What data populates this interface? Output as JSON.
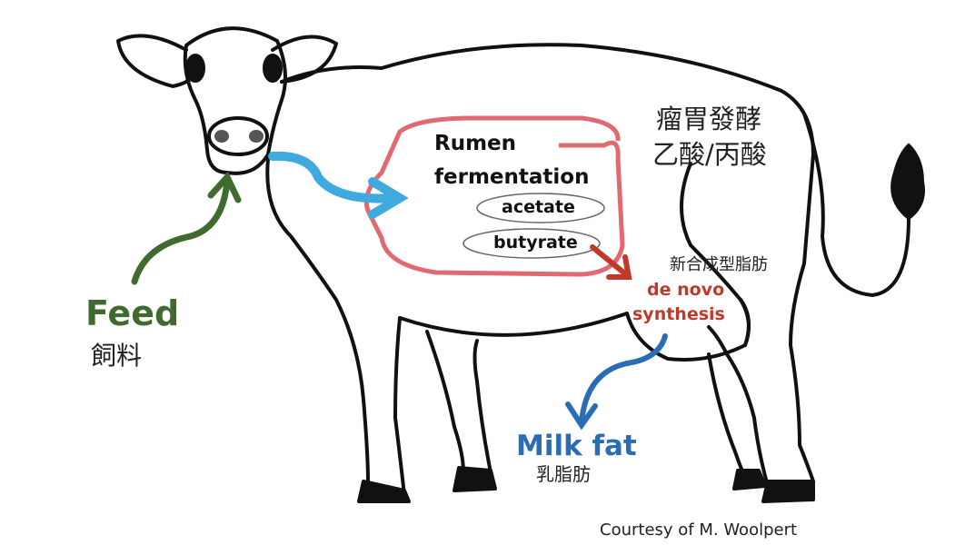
{
  "labels": {
    "rumen": "Rumen",
    "fermentation": "fermentation",
    "acetate": "acetate",
    "butyrate": "butyrate",
    "rumen_zh_1": "瘤胃發酵",
    "rumen_zh_2": "乙酸/丙酸",
    "denovo_zh": "新合成型脂肪",
    "denovo_1": "de novo",
    "denovo_2": "synthesis",
    "feed": "Feed",
    "feed_zh": "飼料",
    "milkfat": "Milk fat",
    "milkfat_zh": "乳脂肪",
    "credit": "Courtesy of M. Woolpert"
  },
  "colors": {
    "feed": "#3f6b2e",
    "rumen": "#e06a70",
    "flow_blue": "#3fa9e0",
    "denovo": "#c0392b",
    "milk": "#2a6db5"
  }
}
